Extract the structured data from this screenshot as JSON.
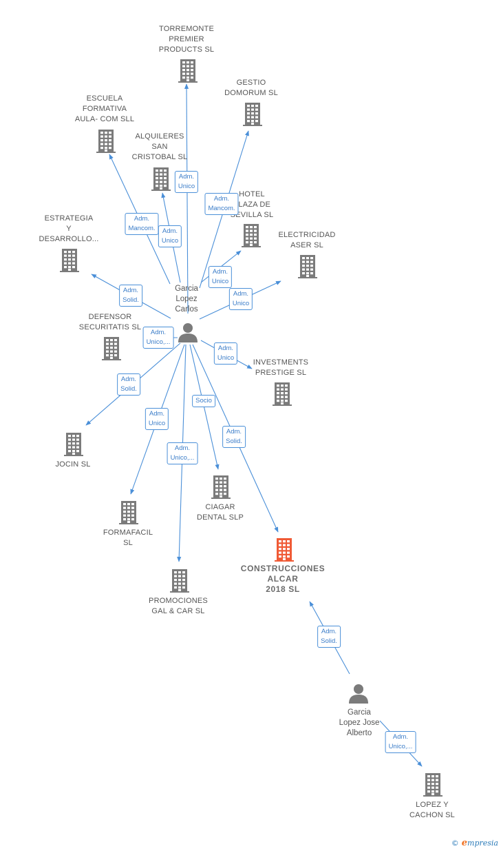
{
  "colors": {
    "edge": "#4a8fd8",
    "building": "#7b7b7b",
    "focus": "#f05a35",
    "person": "#7b7b7b"
  },
  "companies": [
    {
      "id": "torremonte",
      "label": "TORREMONTE\nPREMIER\nPRODUCTS SL"
    },
    {
      "id": "gestio",
      "label": "GESTIO\nDOMORUM  SL"
    },
    {
      "id": "escuela",
      "label": "ESCUELA\nFORMATIVA\nAULA- COM SLL"
    },
    {
      "id": "alquileres",
      "label": "ALQUILERES\nSAN\nCRISTOBAL SL"
    },
    {
      "id": "hotel",
      "label": "HOTEL\nPLAZA DE\nSEVILLA SL"
    },
    {
      "id": "electricidad",
      "label": "ELECTRICIDAD\nASER  SL"
    },
    {
      "id": "estrategia",
      "label": "ESTRATEGIA\nY\nDESARROLLO..."
    },
    {
      "id": "defensor",
      "label": "DEFENSOR\nSECURITATIS SL"
    },
    {
      "id": "investments",
      "label": "INVESTMENTS\nPRESTIGE  SL"
    },
    {
      "id": "jocin",
      "label": "JOCIN  SL"
    },
    {
      "id": "ciagar",
      "label": "CIAGAR\nDENTAL  SLP"
    },
    {
      "id": "formafacil",
      "label": "FORMAFACIL\nSL"
    },
    {
      "id": "construcciones",
      "label": "CONSTRUCCIONES\nALCAR\n2018  SL",
      "focus": true
    },
    {
      "id": "promociones",
      "label": "PROMOCIONES\nGAL & CAR  SL"
    },
    {
      "id": "lopezcachon",
      "label": "LOPEZ Y\nCACHON  SL"
    }
  ],
  "persons": [
    {
      "id": "carlos",
      "label": "Garcia\nLopez\nCarlos"
    },
    {
      "id": "alberto",
      "label": "Garcia\nLopez Jose\nAlberto"
    }
  ],
  "edges": [
    {
      "from": "carlos",
      "to": "torremonte",
      "role": "Adm.\nUnico"
    },
    {
      "from": "carlos",
      "to": "gestio",
      "role": "Adm.\nMancom."
    },
    {
      "from": "carlos",
      "to": "escuela",
      "role": "Adm.\nMancom."
    },
    {
      "from": "carlos",
      "to": "alquileres",
      "role": "Adm.\nUnico"
    },
    {
      "from": "carlos",
      "to": "hotel",
      "role": "Adm.\nUnico"
    },
    {
      "from": "carlos",
      "to": "electricidad",
      "role": "Adm.\nUnico"
    },
    {
      "from": "carlos",
      "to": "estrategia",
      "role": "Adm.\nSolid."
    },
    {
      "from": "carlos",
      "to": "defensor",
      "role": "Adm.\nUnico,..."
    },
    {
      "from": "carlos",
      "to": "investments",
      "role": "Adm.\nUnico"
    },
    {
      "from": "carlos",
      "to": "jocin",
      "role": "Adm.\nSolid."
    },
    {
      "from": "carlos",
      "to": "ciagar",
      "role": "Socio"
    },
    {
      "from": "carlos",
      "to": "formafacil",
      "role": "Adm.\nUnico"
    },
    {
      "from": "carlos",
      "to": "construcciones",
      "role": "Adm.\nSolid."
    },
    {
      "from": "carlos",
      "to": "promociones",
      "role": "Adm.\nUnico,..."
    },
    {
      "from": "alberto",
      "to": "construcciones",
      "role": "Adm.\nSolid."
    },
    {
      "from": "alberto",
      "to": "lopezcachon",
      "role": "Adm.\nUnico,..."
    }
  ],
  "footer": {
    "copyright": "©",
    "brand_initial": "e",
    "brand_rest": "mpresia"
  }
}
